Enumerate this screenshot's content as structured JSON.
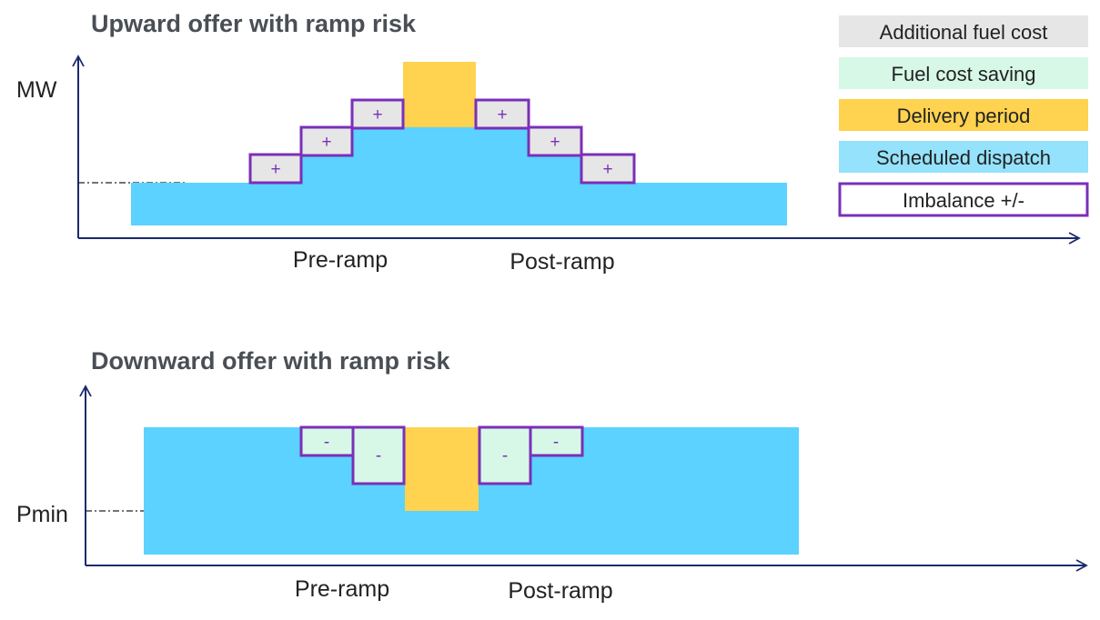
{
  "colors": {
    "additional_fuel_cost": "#E6E6E6",
    "fuel_cost_saving": "#D7F8E7",
    "delivery_period": "#FFD24F",
    "scheduled_dispatch": "#5BD2FF",
    "imbalance_border": "#7B2FB8",
    "axis": "#1A2A6C",
    "title": "#4A4F55",
    "text": "#222222"
  },
  "top_panel": {
    "title": "Upward offer with ramp risk",
    "y_axis_label": "MW",
    "pre_ramp_label": "Pre-ramp",
    "post_ramp_label": "Post-ramp",
    "imbalance_sign": "+"
  },
  "bottom_panel": {
    "title": "Downward offer with ramp risk",
    "y_axis_label": "Pmin",
    "pre_ramp_label": "Pre-ramp",
    "post_ramp_label": "Post-ramp",
    "imbalance_sign": "-"
  },
  "legend": {
    "items": [
      {
        "key": "additional_fuel_cost",
        "label": "Additional fuel cost",
        "style": "fill",
        "color": "#E6E6E6"
      },
      {
        "key": "fuel_cost_saving",
        "label": "Fuel cost saving",
        "style": "fill",
        "color": "#D7F8E7"
      },
      {
        "key": "delivery_period",
        "label": "Delivery period",
        "style": "fill",
        "color": "#FFD24F"
      },
      {
        "key": "scheduled_dispatch",
        "label": "Scheduled dispatch",
        "style": "fill",
        "color": "#5BD2FF"
      },
      {
        "key": "imbalance",
        "label": "Imbalance +/-",
        "style": "outline",
        "color": "#7B2FB8"
      }
    ]
  }
}
